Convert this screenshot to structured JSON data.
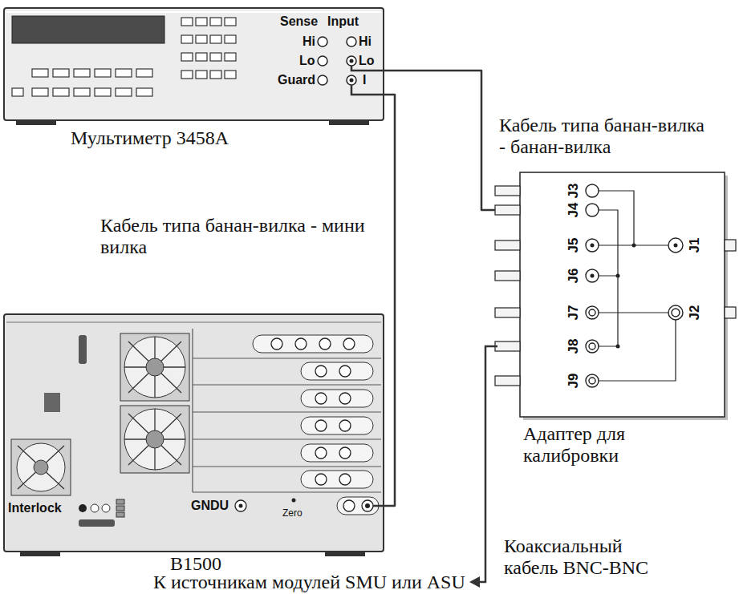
{
  "diagram": {
    "nodes": [
      {
        "text": [
          "Sense",
          "Input",
          "Hi",
          "Hi",
          "Lo",
          "Lo",
          "Guard",
          "I",
          "Мультиметр 3458A"
        ]
      },
      {
        "text": [
          "J3",
          "J4",
          "J5",
          "J6",
          "J7",
          "J8",
          "J9",
          "J1",
          "J2",
          "Адаптер для калибровки"
        ]
      },
      {
        "text": [
          "Interlock",
          "GNDU",
          "Zero",
          "B1500"
        ]
      }
    ],
    "edges": [
      {
        "from": 0,
        "to": 1,
        "arrow": "none"
      },
      {
        "from": 0,
        "to": 2,
        "arrow": "none"
      }
    ],
    "labels": [
      "Кабель типа банан-вилка - банан-вилка",
      "Кабель типа банан-вилка - мини вилка",
      "Коаксиальный кабель BNC-BNC",
      "К источникам модулей SMU или ASU"
    ]
  }
}
